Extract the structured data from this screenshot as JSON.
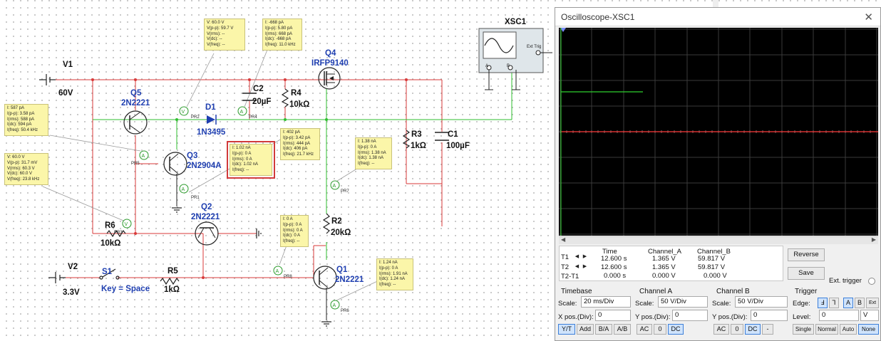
{
  "schematic": {
    "components": {
      "v1": {
        "name": "V1",
        "value": "60V"
      },
      "v2": {
        "name": "V2",
        "value": "3.3V"
      },
      "q5": {
        "name": "Q5",
        "model": "2N2221"
      },
      "q3": {
        "name": "Q3",
        "model": "2N2904A"
      },
      "q2": {
        "name": "Q2",
        "model": "2N2221"
      },
      "q1": {
        "name": "Q1",
        "model": "2N2221"
      },
      "q4": {
        "name": "Q4",
        "model": "IRFP9140"
      },
      "d1": {
        "name": "D1",
        "model": "1N3495"
      },
      "c2": {
        "name": "C2",
        "value": "20µF"
      },
      "c1": {
        "name": "C1",
        "value": "100µF"
      },
      "r4": {
        "name": "R4",
        "value": "10kΩ"
      },
      "r3": {
        "name": "R3",
        "value": "1kΩ"
      },
      "r2": {
        "name": "R2",
        "value": "20kΩ"
      },
      "r5": {
        "name": "R5",
        "value": "1kΩ"
      },
      "r6": {
        "name": "R6",
        "value": "10kΩ"
      },
      "s1": {
        "name": "S1",
        "key": "Key = Space"
      },
      "xsc1": {
        "name": "XSC1",
        "ext_trig": "Ext Trig",
        "a": "A",
        "b": "B"
      }
    },
    "probes": {
      "pr1": "PR1",
      "pr2": "PR2",
      "pr3": "PR3",
      "pr4": "PR4",
      "pr5": "PR5",
      "pr6": "PR6",
      "pr7": "PR7",
      "pr8": "PR8",
      "v": "V",
      "a": "A"
    },
    "notes": {
      "n1": [
        "V: 60.0 V",
        "V(p-p): 59.7 V",
        "V(rms): --",
        "V(dc): --",
        "V(freq): --"
      ],
      "n2": [
        "I: -668 pA",
        "I(p-p): 5.80 pA",
        "I(rms): 668 pA",
        "I(dc): -668 pA",
        "I(freq): 11.0 kHz"
      ],
      "n3": [
        "I: 587 pA",
        "I(p-p): 3.58 pA",
        "I(rms): 588 pA",
        "I(dc): 594 pA",
        "I(freq): 50.4 kHz"
      ],
      "n4": [
        "I: 402 pA",
        "I(p-p): 3.42 pA",
        "I(rms): 444 pA",
        "I(dc): 406 pA",
        "I(freq): 21.7 kHz"
      ],
      "n5": [
        "I: 1.02 nA",
        "I(p-p): 0 A",
        "I(rms): 0 A",
        "I(dc): 1.02 nA",
        "I(freq): --"
      ],
      "n6": [
        "V: 60.0 V",
        "V(p-p): 31.7 mV",
        "V(rms): 60.3 V",
        "V(dc): 60.0 V",
        "V(freq): 23.8 kHz"
      ],
      "n7": [
        "I: 1.38 nA",
        "I(p-p): 0 A",
        "I(rms): 1.38 nA",
        "I(dc): 1.38 nA",
        "I(freq): --"
      ],
      "n8": [
        "I: 0 A",
        "I(p-p): 0 A",
        "I(rms): 0 A",
        "I(dc): 0 A",
        "I(freq): --"
      ],
      "n9": [
        "I: 1.24 nA",
        "I(p-p): 0 A",
        "I(rms): 1.91 nA",
        "I(dc): 1.24 nA",
        "I(freq): --"
      ]
    }
  },
  "oscilloscope": {
    "title": "Oscilloscope-XSC1",
    "close": "✕",
    "trace_colors": {
      "channel_a": "#ff3b3b",
      "channel_b": "#2fd12f"
    },
    "cursor_table": {
      "headers": [
        "Time",
        "Channel_A",
        "Channel_B"
      ],
      "rows": [
        {
          "label": "T1",
          "time": "12.600 s",
          "a": "1.365 V",
          "b": "59.817 V"
        },
        {
          "label": "T2",
          "time": "12.600 s",
          "a": "1.365 V",
          "b": "59.817 V"
        },
        {
          "label": "T2-T1",
          "time": "0.000 s",
          "a": "0.000 V",
          "b": "0.000 V"
        }
      ]
    },
    "buttons": {
      "reverse": "Reverse",
      "save": "Save",
      "ext_trigger": "Ext. trigger"
    },
    "timebase": {
      "title": "Timebase",
      "scale_label": "Scale:",
      "scale": "20 ms/Div",
      "xpos_label": "X pos.(Div):",
      "xpos": "0",
      "modes": [
        "Y/T",
        "Add",
        "B/A",
        "A/B"
      ]
    },
    "channel_a": {
      "title": "Channel A",
      "scale_label": "Scale:",
      "scale": "50  V/Div",
      "ypos_label": "Y pos.(Div):",
      "ypos": "0",
      "coupling": [
        "AC",
        "0",
        "DC"
      ]
    },
    "channel_b": {
      "title": "Channel B",
      "scale_label": "Scale:",
      "scale": "50  V/Div",
      "ypos_label": "Y pos.(Div):",
      "ypos": "0",
      "coupling": [
        "AC",
        "0",
        "DC",
        "-"
      ]
    },
    "trigger": {
      "title": "Trigger",
      "edge_label": "Edge:",
      "edge_buttons": [
        "Ⅎ",
        "Ꞁ",
        "A",
        "B",
        "Ext"
      ],
      "level_label": "Level:",
      "level": "0",
      "level_unit": "V",
      "modes": [
        "Single",
        "Normal",
        "Auto",
        "None"
      ]
    }
  }
}
